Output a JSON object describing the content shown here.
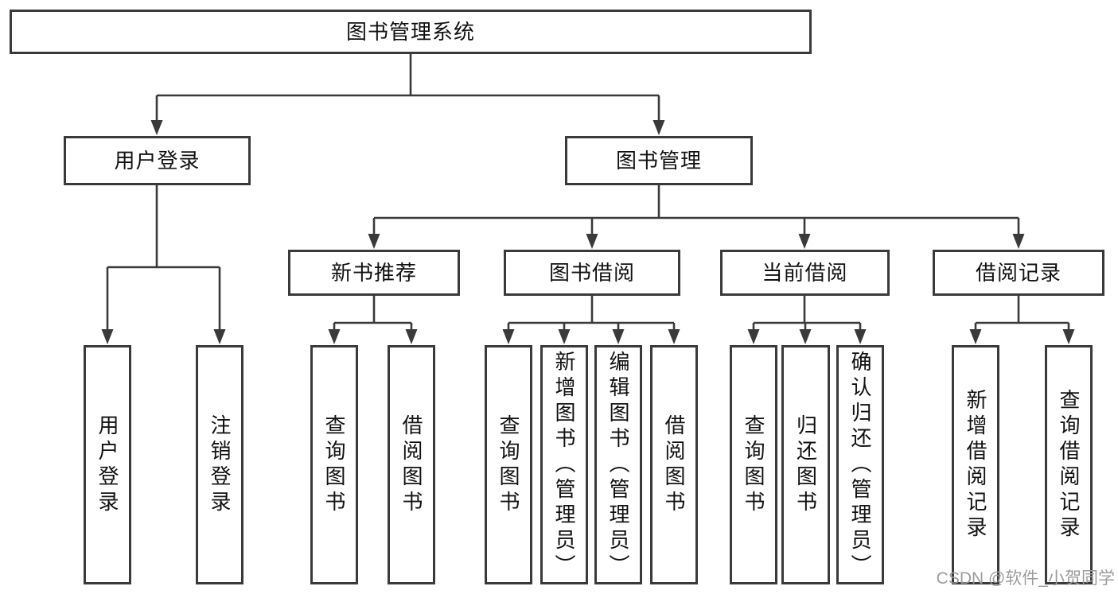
{
  "watermark": "CSDN @软件_小贺同学",
  "colors": {
    "line": "#3a3a3a",
    "text": "#111111",
    "box_background": "#ffffff",
    "watermark": "#9c9c9c",
    "background": "#ffffff"
  },
  "chart_data": {
    "type": "tree-diagram",
    "title": "图书管理系统"
  },
  "tree": {
    "root": {
      "label": "图书管理系统"
    },
    "branches": [
      {
        "label": "用户登录",
        "children": [
          {
            "label": "用户登录"
          },
          {
            "label": "注销登录"
          }
        ]
      },
      {
        "label": "图书管理",
        "children": [
          {
            "label": "新书推荐",
            "children": [
              {
                "label": "查询图书"
              },
              {
                "label": "借阅图书"
              }
            ]
          },
          {
            "label": "图书借阅",
            "children": [
              {
                "label": "查询图书"
              },
              {
                "label": "新增图书（管理员）"
              },
              {
                "label": "编辑图书（管理员）"
              },
              {
                "label": "借阅图书"
              }
            ]
          },
          {
            "label": "当前借阅",
            "children": [
              {
                "label": "查询图书"
              },
              {
                "label": "归还图书"
              },
              {
                "label": "确认归还（管理员）"
              }
            ]
          },
          {
            "label": "借阅记录",
            "children": [
              {
                "label": "新增借阅记录"
              },
              {
                "label": "查询借阅记录"
              }
            ]
          }
        ]
      }
    ]
  }
}
